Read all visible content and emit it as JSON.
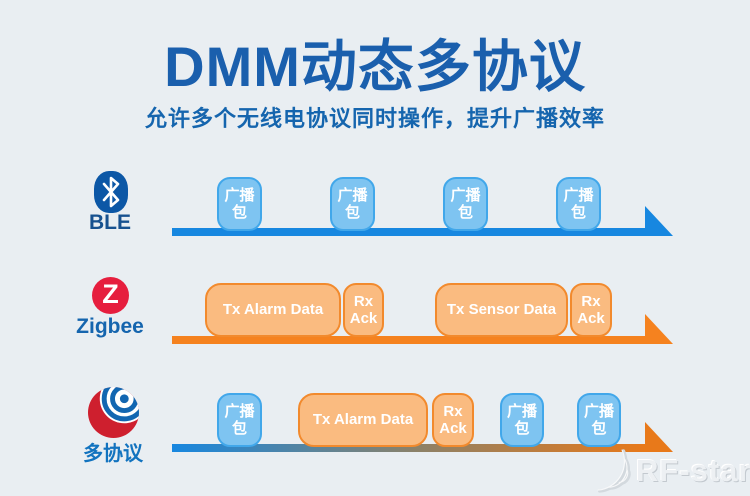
{
  "header": {
    "title": "DMM动态多协议",
    "subtitle": "允许多个无线电协议同时操作，提升广播效率"
  },
  "rows": [
    {
      "id": "ble",
      "label": "BLE",
      "icon": "bluetooth-icon",
      "bar_color": "#1787E0",
      "blocks": [
        {
          "label": "广播包",
          "style": "blue"
        },
        {
          "label": "广播包",
          "style": "blue"
        },
        {
          "label": "广播包",
          "style": "blue"
        },
        {
          "label": "广播包",
          "style": "blue"
        }
      ]
    },
    {
      "id": "zigbee",
      "label": "Zigbee",
      "icon": "zigbee-icon",
      "bar_color": "#F5821F",
      "blocks": [
        {
          "label": "Tx Alarm Data",
          "style": "orange"
        },
        {
          "label": "Rx Ack",
          "style": "orange"
        },
        {
          "label": "Tx Sensor Data",
          "style": "orange"
        },
        {
          "label": "Rx Ack",
          "style": "orange"
        }
      ]
    },
    {
      "id": "multi-protocol",
      "label": "多协议",
      "icon": "multiprotocol-ball-icon",
      "bar_gradient": [
        "#1787E0",
        "#E8791A"
      ],
      "blocks": [
        {
          "label": "广播包",
          "style": "blue"
        },
        {
          "label": "Tx Alarm Data",
          "style": "orange"
        },
        {
          "label": "Rx Ack",
          "style": "orange"
        },
        {
          "label": "广播包",
          "style": "blue"
        },
        {
          "label": "广播包",
          "style": "blue"
        }
      ]
    }
  ],
  "watermark": {
    "brand": "RF-star",
    "icon": "signal-waves-icon"
  },
  "colors": {
    "background": "#E9EEF2",
    "title_blue": "#1A5FAD",
    "subtitle_blue": "#1565AE",
    "bar_blue": "#1787E0",
    "bar_orange": "#F5821F",
    "box_blue_fill": "#7EC4F1",
    "box_blue_border": "#41A7EA",
    "box_orange_fill": "#FABB80",
    "box_orange_border": "#F28A2D",
    "bluetooth_badge": "#0C57A6",
    "zigbee_red": "#E61E3E"
  }
}
